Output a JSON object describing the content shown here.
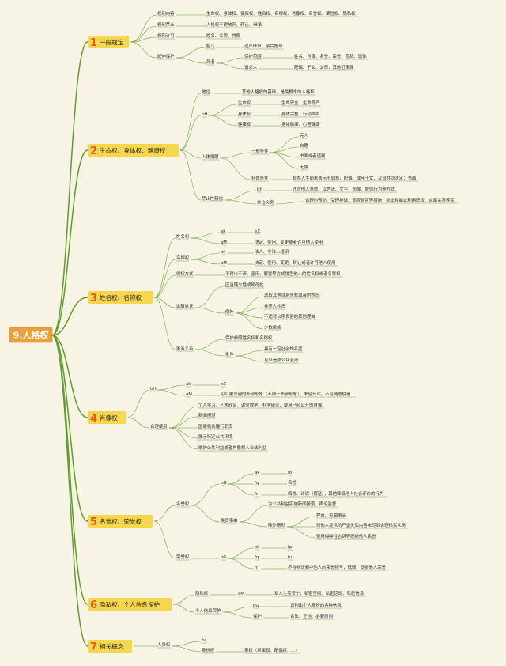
{
  "root": "9.人格权",
  "sections": [
    {
      "num": "1",
      "title": "一般规定"
    },
    {
      "num": "2",
      "title": "生命权、身体权、健康权"
    },
    {
      "num": "3",
      "title": "姓名权、名称权"
    },
    {
      "num": "4",
      "title": "肖像权"
    },
    {
      "num": "5",
      "title": "名誉权、荣誉权"
    },
    {
      "num": "6",
      "title": "隐私权、个人信息保护"
    },
    {
      "num": "7",
      "title": "相关概念"
    }
  ],
  "labels": {
    "s1_a": "权利内容",
    "s1_a1": "生命权、身体权、健康权、姓名权、名称权、肖像权、名誉权、荣誉权、隐私权",
    "s1_b": "权利禁止",
    "s1_b1": "人格权不得放弃、转让、继承",
    "s1_c": "权利许可",
    "s1_c1": "姓名、名称、肖像",
    "s1_d": "延伸保护",
    "s1_d1": "胎儿",
    "s1_d1a": "遗产继承、接受赠与",
    "s1_d2": "死者",
    "s1_d2a": "保护范围",
    "s1_d2a1": "姓名、肖像、名誉、荣誉、隐私、遗体",
    "s1_d2b": "请求人",
    "s1_d2b1": "配偶、子女、父母，其他近亲属",
    "s2_a": "地位",
    "s2_a1": "其他人格权的基础，是最根本的人格权",
    "s2_b": "bH",
    "s2_b1": "生命权",
    "s2_b1a": "生命安全、生命尊严",
    "s2_b2": "身体权",
    "s2_b2a": "身体完整、行动自由",
    "s2_b3": "健康权",
    "s2_b3a": "身体健康、心理健康",
    "s2_c": "人体捐献",
    "s2_c1": "一般条件",
    "s2_c1a": "完人",
    "s2_c1b": "自愿",
    "s2_c1c": "书面或者遗嘱",
    "s2_c1d": "无偿",
    "s2_c2": "特殊条件",
    "s2_c2a": "自然人生前未表示不同意，配偶、成年子女、父母共同决定；书面",
    "s2_d": "禁止性骚扰",
    "s2_d1": "bH",
    "s2_d1a": "违背他人意愿，以言语、文字、图像、肢体行为等方式",
    "s2_d2": "单位义务",
    "s2_d2a": "合理的预防、受理投诉、调查处置等措施，防止和制止利用职权、从属关系等实",
    "s2_d2b": "施性骚扰",
    "s3_a": "姓名权",
    "s3_a1": "ak",
    "s3_a1a": "eX",
    "s3_a2": "aM",
    "s3_a2a": "决定、使用、变更或者许可他人使用",
    "s3_b": "名称权",
    "s3_b1": "ak",
    "s3_b1a": "法人、非法人组织",
    "s3_b2": "aM",
    "s3_b2a": "决定、使用、变更、转让或者许可他人使用",
    "s3_c": "侵权方式",
    "s3_c1": "不得以干涉、盗用、假冒等方式侵害他人的姓名权或者名称权",
    "s3_d": "选取姓氏",
    "s3_d1": "应当随父姓或随母姓",
    "s3_d2": "例外",
    "s3_d2a": "选取其他直系长辈血亲的姓氏",
    "s3_d2b": "扶养人姓氏",
    "s3_d2c": "不违背公序良俗的其他理由",
    "s3_d2d": "少数民族",
    "s3_e": "笔名艺名",
    "s3_e1": "保护参照姓名权和名称权",
    "s3_e2": "条件",
    "s3_e2a": "具有一定社会知名度",
    "s3_e2b": "足以造成公众混淆",
    "s4_a": "bH",
    "s4_a1": "ak",
    "s4_a1a": "eX",
    "s4_a2": "aM",
    "s4_a2a": "可以被识别的外部形象（不限于面部形象），未经允许，不可随意使用",
    "s4_b": "合理使用",
    "s4_b1": "个人学习、艺术欣赏、课堂教学、科学研究，使用已经公开的肖像",
    "s4_b2": "新闻报道",
    "s4_b3": "国家机关履行职责",
    "s4_b4": "展示特定公共环境",
    "s4_b5": "维护公共利益或者肖像权人合法利益",
    "s5_a": "名誉权",
    "s5_a1": "bG",
    "s5_a1a": "ak",
    "s5_a1a1": "fo",
    "s5_a1b": "fq",
    "s5_a1b1": "名誉",
    "s5_a1c": "fr",
    "s5_a1c1": "侮辱、诽谤（假话），其他降低他人社会评价的行为",
    "s5_a2": "免责事由",
    "s5_a2a": "为公共利益实施新闻报道、舆论监督",
    "s5_a2b": "除外情形",
    "s5_a2b1": "捏造、歪曲事实",
    "s5_a2b2": "对他人提供的严重失实内容未尽到合理核实义务",
    "s5_a2b3": "使用侮辱性言辞等贬损他人名誉",
    "s5_b": "荣誉权",
    "s5_b1": "bG",
    "s5_b1a": "ak",
    "s5_b1a1": "fp",
    "s5_b1b": "fq",
    "s5_b1b1": "fu",
    "s5_b1c": "fr",
    "s5_b1c1": "不得非法剥夺他人的荣誉称号，诋毁、贬损他人荣誉",
    "s6_a": "隐私权",
    "s6_a1": "aM",
    "s6_a1a": "私人生活安宁，私密空间、私密活动、私密信息",
    "s6_b": "个人信息保护",
    "s6_b1": "bG",
    "s6_b1a": "识别出个人身份的各种信息",
    "s6_b2": "保护",
    "s6_b2a": "合法、正当、必要原则",
    "s7_a": "人身权",
    "s7_a1": "fv",
    "s7_a2": "身份权",
    "s7_a2a": "亲权（亲属权、配偶权……）"
  }
}
